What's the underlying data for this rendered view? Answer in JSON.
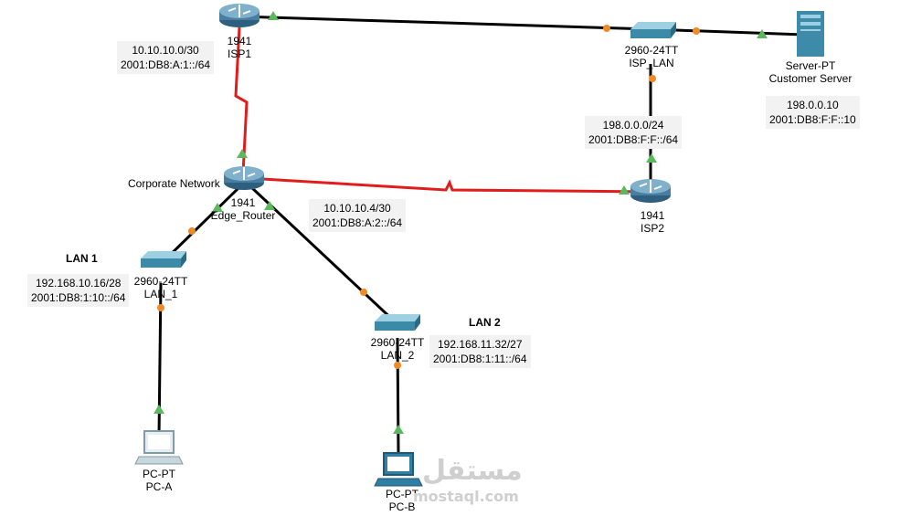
{
  "devices": {
    "isp1": {
      "model": "1941",
      "name": "ISP1"
    },
    "edge_router": {
      "model": "1941",
      "name": "Edge_Router",
      "tag": "Corporate Network"
    },
    "isp2": {
      "model": "1941",
      "name": "ISP2"
    },
    "isp_lan": {
      "model": "2960-24TT",
      "name": "ISP_LAN"
    },
    "server": {
      "model": "Server-PT",
      "name": "Customer Server"
    },
    "lan1_switch": {
      "model": "2960-24TT",
      "name": "LAN_1"
    },
    "lan2_switch": {
      "model": "2960-24TT",
      "name": "LAN_2"
    },
    "pc_a": {
      "model": "PC-PT",
      "name": "PC-A"
    },
    "pc_b": {
      "model": "PC-PT",
      "name": "PC-B"
    }
  },
  "networks": {
    "isp1_link": {
      "v4": "10.10.10.0/30",
      "v6": "2001:DB8:A:1::/64"
    },
    "isp2_link": {
      "v4": "10.10.10.4/30",
      "v6": "2001:DB8:A:2::/64"
    },
    "isp_lan": {
      "v4": "198.0.0.0/24",
      "v6": "2001:DB8:F:F::/64"
    },
    "server_addr": {
      "v4": "198.0.0.10",
      "v6": "2001:DB8:F:F::10"
    },
    "lan1": {
      "title": "LAN 1",
      "v4": "192.168.10.16/28",
      "v6": "2001:DB8:1:10::/64"
    },
    "lan2": {
      "title": "LAN 2",
      "v4": "192.168.11.32/27",
      "v6": "2001:DB8:1:11::/64"
    }
  },
  "watermark": {
    "arabic": "مستقل",
    "latin": "mostaql.com"
  },
  "colors": {
    "ethernet": "#000000",
    "serial": "#e21b1b",
    "link_up": "#5cb85c",
    "link_port": "#f08a24",
    "router": "#4a7ea0",
    "switch": "#3a8aa8"
  }
}
